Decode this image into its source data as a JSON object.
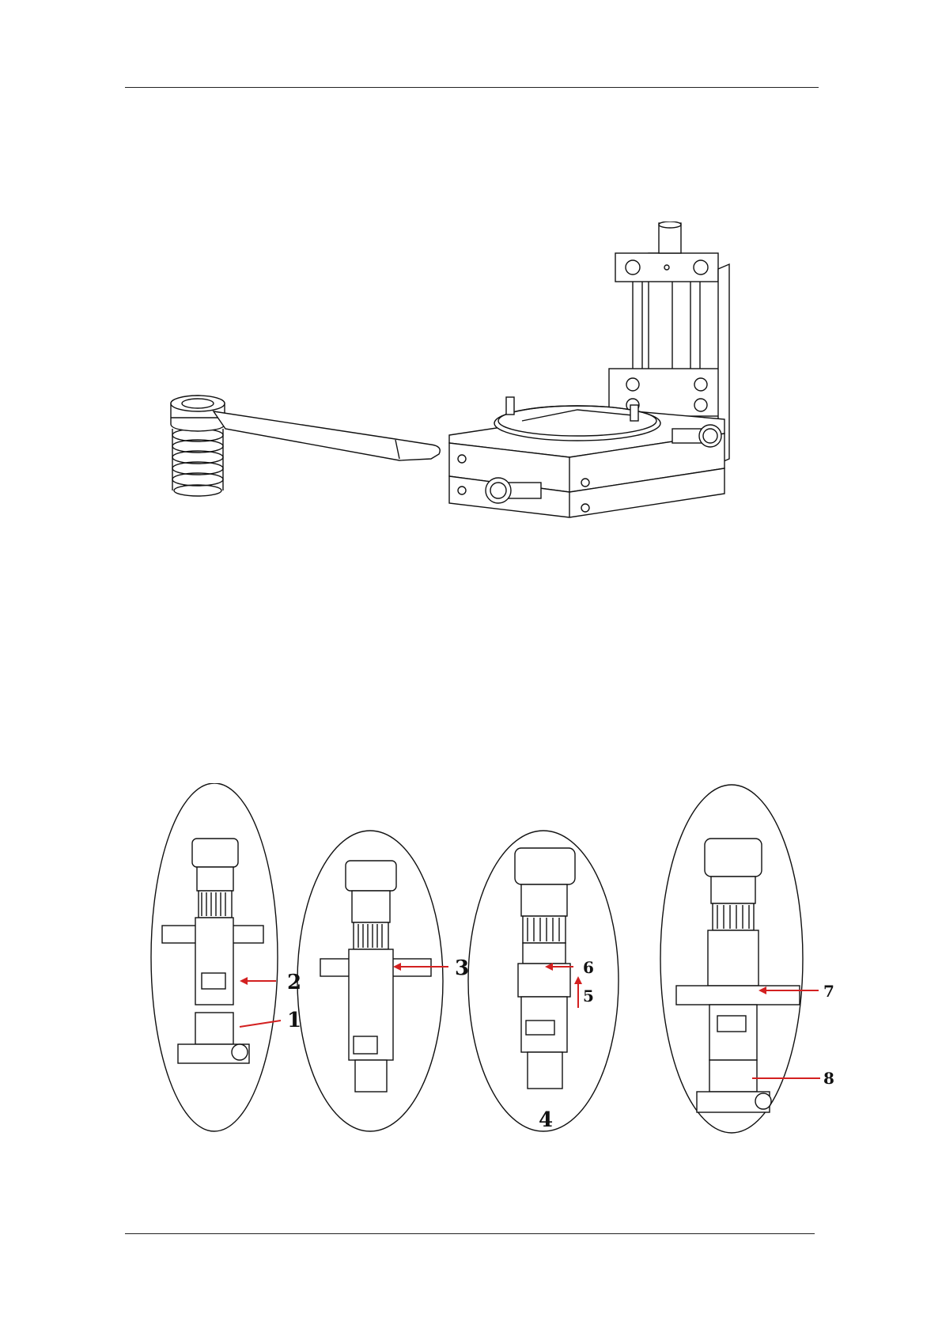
{
  "icons": {
    "clamp": "spring-clamp-icon",
    "stage": "xyz-stage-icon",
    "assembly": "microscope-assembly-icon"
  },
  "callouts": {
    "c1": "1",
    "c2": "2",
    "c3": "3",
    "c4": "4",
    "c5": "5",
    "c6": "6",
    "c7": "7",
    "c8": "8"
  },
  "colors": {
    "line": "#111111",
    "arrow": "#d32020"
  }
}
